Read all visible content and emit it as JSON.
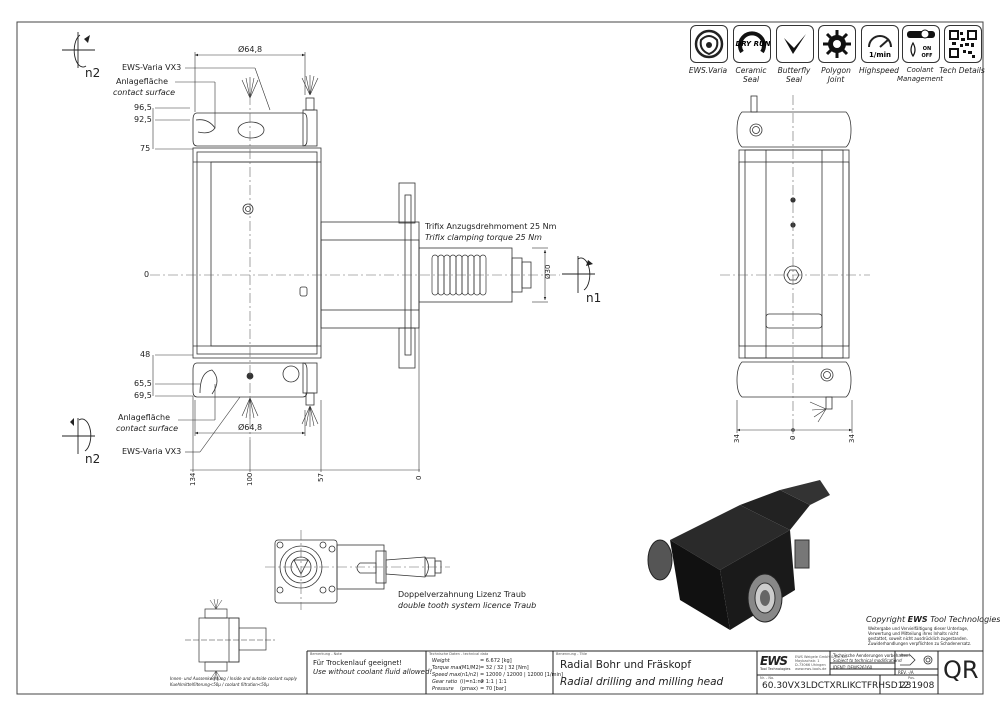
{
  "feature_icons": [
    {
      "icon": "ews-varia-icon",
      "label": "EWS.Varia"
    },
    {
      "icon": "ceramic-seal-icon",
      "label": "Ceramic Seal",
      "badge": "DRY RUN"
    },
    {
      "icon": "butterfly-seal-icon",
      "label": "Butterfly Seal"
    },
    {
      "icon": "polygon-joint-icon",
      "label": "Polygon Joint"
    },
    {
      "icon": "highspeed-icon",
      "label": "Highspeed",
      "badge": "1/min"
    },
    {
      "icon": "coolant-management-icon",
      "label": "Coolant Management",
      "badge": "ON OFF"
    },
    {
      "icon": "qr-code-icon",
      "label": "Tech Details"
    }
  ],
  "front_view": {
    "rotation_top": "n2",
    "rotation_bottom": "n2",
    "rotation_right": "n1",
    "dim_diameter_top": "Ø64,8",
    "dim_diameter_bottom": "Ø64,8",
    "dim_shank": "Ø30",
    "ews_varia_top": "EWS-Varia VX3",
    "ews_varia_bottom": "EWS-Varia VX3",
    "contact_top_de": "Anlagefläche",
    "contact_top_en": "contact surface",
    "contact_bottom_de": "Anlagefläche",
    "contact_bottom_en": "contact surface",
    "vertical_dims": [
      "96,5",
      "92,5",
      "75",
      "0",
      "48",
      "65,5",
      "69,5"
    ],
    "horizontal_dims": [
      "134",
      "100",
      "57",
      "0"
    ],
    "trifix_de": "Trifix Anzugsdrehmoment  25 Nm",
    "trifix_en": "Trifix clamping torque  25 Nm"
  },
  "side_view": {
    "horizontal_dims": [
      "34",
      "0",
      "34"
    ]
  },
  "top_view": {
    "note_de": "Doppelverzahnung Lizenz Traub",
    "note_en": "double tooth system licence Traub"
  },
  "coolant_view": {
    "note_line1": "Innen- und Aussenkuehlung / Inside and outside coolant supply",
    "note_line2": "Kuehlmittelfilterung<50µ / coolant filtration<50µ"
  },
  "copyright": {
    "title_prefix": "Copyright ",
    "brand": "EWS",
    "title_suffix": " Tool Technologies",
    "lines": [
      "Weitergabe und Vervielfältigung dieser Unterlage,",
      "Verwertung und Mitteilung ihres Inhalts nicht",
      "gestattet, soweit nicht ausdrücklich zugestanden.",
      "Zuwiderhandlungen verpflichten zu Schadenersatz."
    ]
  },
  "title_block": {
    "remark_header": "Bemerkung - Note",
    "remark_de": "Für Trockenlauf geeignet!",
    "remark_en": "Use without coolant fluid allowed!",
    "tech_header": "Technische Daten - technical data",
    "tech_rows": [
      {
        "label": "Weight",
        "symbol": "",
        "value": "= 6.672  [kg]"
      },
      {
        "label": "Torque max",
        "symbol": "(M1/M2)",
        "value": "=  32 / 32 | 32 [Nm]"
      },
      {
        "label": "Speed max",
        "symbol": "(n1/n2)",
        "value": "=  12000 / 12000 | 12000 [1/min]"
      },
      {
        "label": "Gear ratio",
        "symbol": "(i)=n1:n2",
        "value": "=  1:1 | 1:1"
      },
      {
        "label": "Pressure",
        "symbol": "(pmax)",
        "value": "=  70 [bar]"
      }
    ],
    "name_header": "Benennung - Title",
    "name_de": "Radial Bohr und Fräskopf",
    "name_en": "Radial drilling and milling head",
    "logo": "EWS",
    "logo_sub": "Tool Technologies",
    "company_lines": [
      "EWS Weigele GmbH & Co. KG",
      "Maybachstr. 1",
      "D-73066 Uhingen",
      "www.ews-tools.de"
    ],
    "changes_de": "Technische Aenderungen vorbehalten!",
    "changes_en": "Subject to technical modifications!",
    "ident": "IDENT:  DEWS26160",
    "rev": "REV.  -/A",
    "part_header": "Nr. - No.",
    "part_number": "60.30VX3LDCTXRLIKCTFRHSD12",
    "drawing_header": "Pos.",
    "drawing_number": "231908",
    "qr_text": "QR"
  }
}
